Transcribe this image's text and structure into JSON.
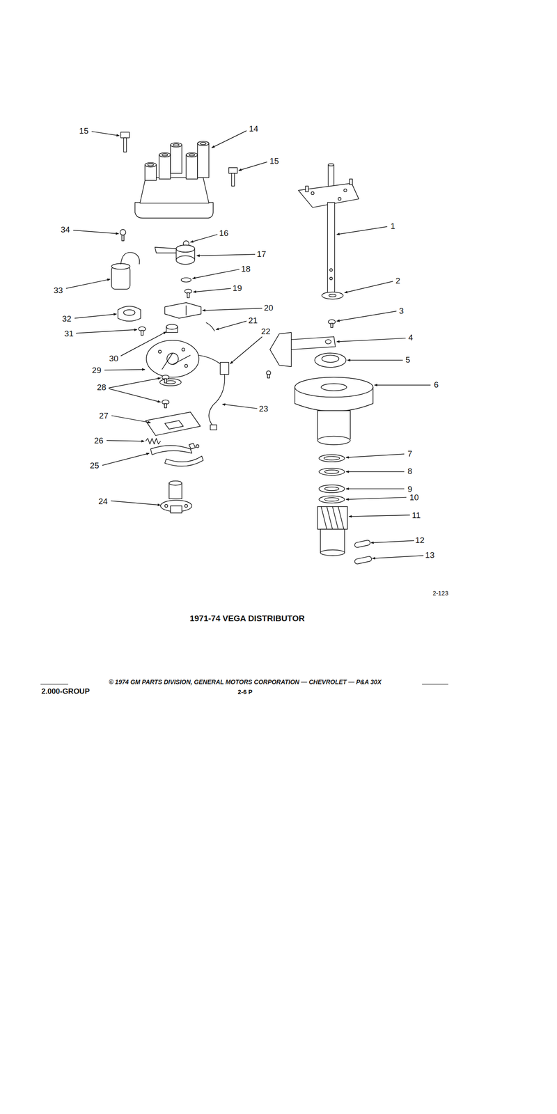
{
  "diagram": {
    "title": "1971-74 VEGA DISTRIBUTOR",
    "labels": [
      "15",
      "14",
      "15",
      "34",
      "1",
      "16",
      "17",
      "18",
      "2",
      "33",
      "19",
      "20",
      "3",
      "32",
      "21",
      "22",
      "31",
      "4",
      "30",
      "5",
      "29",
      "28",
      "6",
      "23",
      "27",
      "26",
      "7",
      "25",
      "8",
      "9",
      "10",
      "24",
      "11",
      "12",
      "13",
      "2-123",
      "© 1974 GM PARTS DIVISION, GENERAL MOTORS CORPORATION — CHEVROLET — P&A 30X",
      "2.000-GROUP",
      "2-6 P"
    ]
  }
}
